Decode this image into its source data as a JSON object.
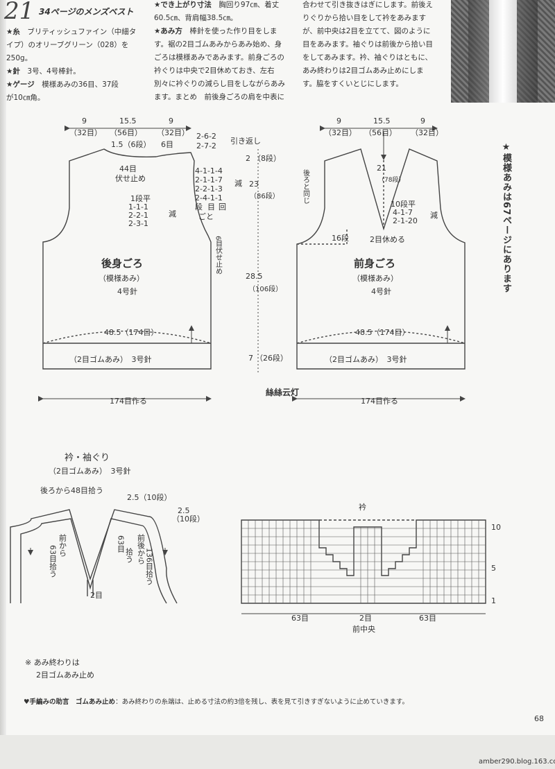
{
  "header": {
    "pattern_number": "21",
    "pattern_title": "34ページのメンズベスト",
    "col1": [
      {
        "label": "★糸",
        "text": "ブリティッシュファイン（中細タ"
      },
      {
        "label": "",
        "text": "イプ）のオリーブグリーン（028）を"
      },
      {
        "label": "",
        "text": "250g。"
      },
      {
        "label": "★針",
        "text": "3号、4号棒針。"
      },
      {
        "label": "★ゲージ",
        "text": "模様あみの36目、37段"
      },
      {
        "label": "",
        "text": "が10㎝角。"
      }
    ],
    "col2": [
      {
        "label": "★でき上がり寸法",
        "text": "胸回り97㎝、着丈"
      },
      {
        "label": "",
        "text": "60.5㎝、背肩幅38.5㎝。"
      },
      {
        "label": "★あみ方",
        "text": "棒針を使った作り目をしま"
      },
      {
        "label": "",
        "text": "す。裾の2目ゴムあみからあみ始め、身"
      },
      {
        "label": "",
        "text": "ごろは模様あみであみます。前身ごろの"
      },
      {
        "label": "",
        "text": "衿ぐりは中央で2目休めておき、左右"
      },
      {
        "label": "",
        "text": "別々に衿ぐりの減らし目をしながらあみ"
      },
      {
        "label": "",
        "text": "ます。まとめ　前後身ごろの肩を中表に"
      }
    ],
    "col3": [
      "合わせて引き抜きはぎにします。前後え",
      "りぐりから拾い目をして衿をあみます",
      "が、前中央は2目を立てて、図のように",
      "目をあみます。袖ぐりは前後から拾い目",
      "をしてあみます。衿、袖ぐりはともに、",
      "あみ終わりは2目ゴムあみ止めにしま",
      "す。脇をすくいとじにします。"
    ]
  },
  "side_note": "★模様あみは67ページにあります",
  "back_body": {
    "top_dims": [
      "9",
      "15.5",
      "9"
    ],
    "top_stitches": [
      "（32目）",
      "（56目）",
      "（32目）"
    ],
    "neck_depth": "1.5（6段）",
    "shoulder_st": "6目",
    "shoulder_dec": [
      "2-6-2",
      "2-7-2"
    ],
    "shoulder_dec_label": "引き返し",
    "neck_bindoff": [
      "44目",
      "伏せ止め"
    ],
    "neck_dec": [
      "1段平",
      "1-1-1",
      "2-2-1",
      "2-3-1"
    ],
    "neck_dec_label": "減",
    "arm_dec": [
      "4-1-1-4",
      "2-1-1-7",
      "2-2-1-3",
      "2-4-1-1"
    ],
    "arm_dec_bottom": [
      "段",
      "目",
      "回"
    ],
    "arm_dec_label": "減",
    "arm_each": "ごと",
    "arm_bindoff": "6目伏せ止め",
    "title": "後身ごろ",
    "pattern": "（模様あみ）",
    "needle": "4号針",
    "width": "48.5（174目）",
    "rib": "（2目ゴムあみ）　3号針",
    "cast_on": "174目作る"
  },
  "vertical_dims": [
    {
      "v": "2",
      "s": "（8段）"
    },
    {
      "v": "23",
      "s": "（86段）"
    },
    {
      "v": "28.5",
      "s": "（106段）"
    },
    {
      "v": "7",
      "s": "（26段）"
    }
  ],
  "front_body": {
    "top_dims": [
      "9",
      "15.5",
      "9"
    ],
    "top_stitches": [
      "（32目）",
      "（56目）",
      "（32目）"
    ],
    "same_as_back": "後ろと同じ",
    "v_depth": [
      "21",
      "（78段）"
    ],
    "v_dec": [
      "10段平",
      "4-1-7",
      "2-1-20"
    ],
    "v_dec_label": "減",
    "arm_rows": "16段",
    "center_hold": "2目休める",
    "title": "前身ごろ",
    "pattern": "（模様あみ）",
    "needle": "4号針",
    "width": "48.5（174目）",
    "rib": "（2目ゴムあみ）　3号針",
    "cast_on": "174目作る"
  },
  "collar": {
    "title": "衿・袖ぐり",
    "subtitle": "（2目ゴムあみ）　3号針",
    "back_pick": "後ろから48目拾う",
    "collar_height": "2.5（10段）",
    "arm_height": [
      "2.5",
      "（10段）"
    ],
    "front_pick": [
      "前から",
      "63目拾う"
    ],
    "front_pick2": [
      "63目",
      "拾う"
    ],
    "arm_pick": [
      "前後から",
      "136目拾う"
    ],
    "center": "2目",
    "note": [
      "※ あみ終わりは",
      "2目ゴムあみ止め"
    ]
  },
  "chart": {
    "title": "衿",
    "row_labels": [
      "10",
      "5",
      "1"
    ],
    "left_count": "63目",
    "center_count": "2目",
    "center_label": "前中央",
    "right_count": "63目"
  },
  "advice": {
    "label": "♥手編みの助言",
    "title": "ゴムあみ止め",
    "text": "：あみ終わりの糸端は、止める寸法の約3倍を残し、表を見て引きすぎないように止めていきます。"
  },
  "page_number": "68",
  "watermark": "絲絲云灯",
  "blog_url": "amber290.blog.163.com"
}
